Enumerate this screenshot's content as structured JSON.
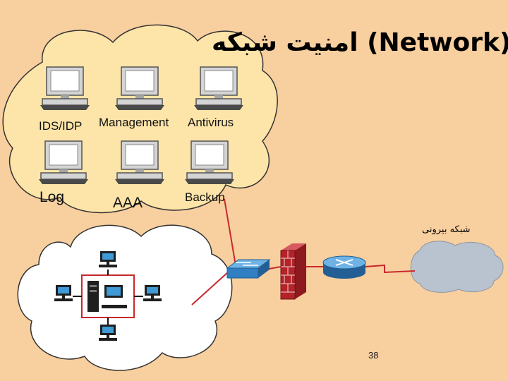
{
  "title": "امنیت شبکه (Network)",
  "nodes": {
    "ids": "IDS/IDP",
    "management": "Management",
    "antivirus": "Antivirus",
    "log": "Log",
    "aaa": "AAA",
    "backup": "Backup"
  },
  "external_network_label": "شبکه بیرونی",
  "page_number": "38",
  "colors": {
    "background": "#f8cf9e",
    "cloud": "#fde4a8",
    "link": "#c8282d",
    "firewall": "#b4232a",
    "switch": "#2f7fc2",
    "router": "#2f7fc2",
    "external_cloud": "#b9c3cf",
    "lan_cloud": "#ffffff"
  }
}
